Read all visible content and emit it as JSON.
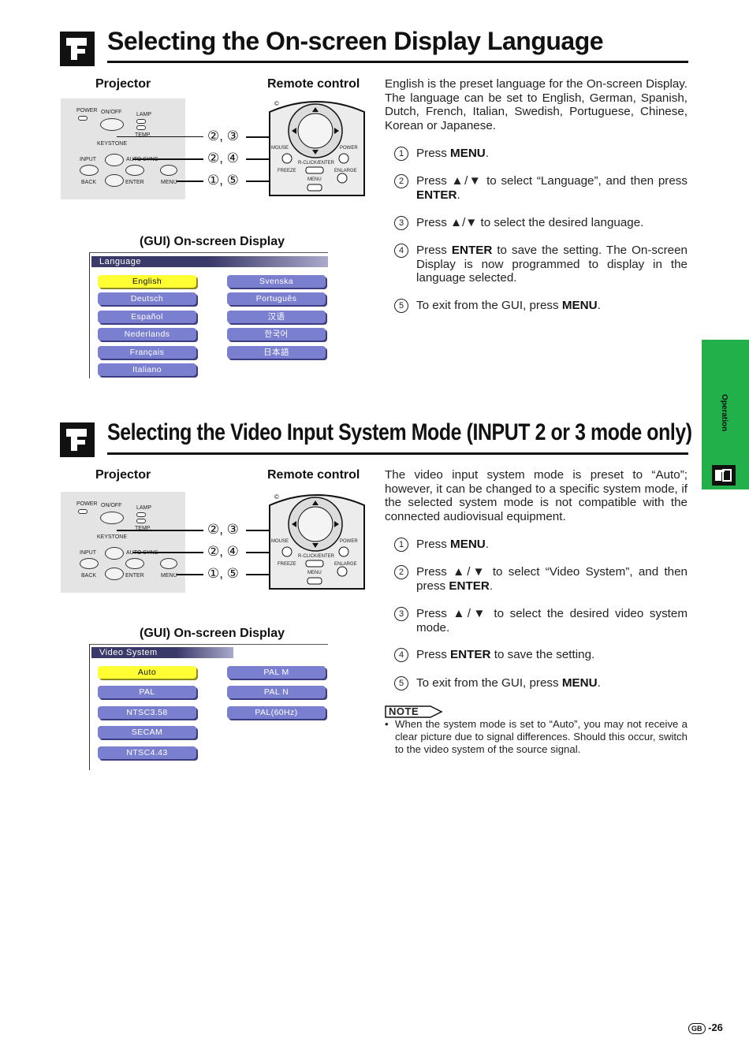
{
  "section1": {
    "title": "Selecting the On-screen Display Language",
    "projector_label": "Projector",
    "remote_label": "Remote control",
    "gui_label": "(GUI) On-screen Display",
    "gui_tab": "Language",
    "gui_left": [
      "English",
      "Deutsch",
      "Español",
      "Nederlands",
      "Français",
      "Italiano"
    ],
    "gui_right": [
      "Svenska",
      "Português",
      "汉语",
      "한국어",
      "日本語"
    ],
    "callouts": [
      "②, ③",
      "②, ④",
      "①, ⑤"
    ],
    "intro": "English is the preset language for the On-screen Display. The language can be set to English, German, Spanish, Dutch, French, Italian, Swedish, Portuguese, Chinese, Korean or Japanese.",
    "steps": [
      {
        "num": "1",
        "pre": "Press ",
        "bold": "MENU",
        "post": "."
      },
      {
        "num": "2",
        "pre": "Press ▲/▼ to select “Language”, and then press ",
        "bold": "ENTER",
        "post": "."
      },
      {
        "num": "3",
        "pre": "Press ▲/▼ to select the desired language.",
        "bold": "",
        "post": ""
      },
      {
        "num": "4",
        "pre": "Press ",
        "bold": "ENTER",
        "post": " to save the setting. The On-screen Display is now programmed to display in the language selected."
      },
      {
        "num": "5",
        "pre": "To exit from the GUI, press ",
        "bold": "MENU",
        "post": "."
      }
    ]
  },
  "section2": {
    "title": "Selecting the Video Input System Mode (INPUT 2 or 3 mode only)",
    "projector_label": "Projector",
    "remote_label": "Remote control",
    "gui_label": "(GUI) On-screen Display",
    "gui_tab": "Video System",
    "gui_left": [
      "Auto",
      "PAL",
      "NTSC3.58",
      "SECAM",
      "NTSC4.43"
    ],
    "gui_right": [
      "PAL M",
      "PAL N",
      "PAL(60Hz)"
    ],
    "callouts": [
      "②, ③",
      "②, ④",
      "①, ⑤"
    ],
    "intro": "The video input system mode is preset to “Auto”; however, it can be changed to a specific system mode, if the selected system mode is not compatible with the connected audiovisual equipment.",
    "steps": [
      {
        "num": "1",
        "pre": "Press ",
        "bold": "MENU",
        "post": "."
      },
      {
        "num": "2",
        "pre": "Press ▲/▼ to select “Video System”, and then press ",
        "bold": "ENTER",
        "post": "."
      },
      {
        "num": "3",
        "pre": "Press ▲/▼ to select the desired video system mode.",
        "bold": "",
        "post": ""
      },
      {
        "num": "4",
        "pre": "Press ",
        "bold": "ENTER",
        "post": " to save the setting."
      },
      {
        "num": "5",
        "pre": "To exit from the GUI, press ",
        "bold": "MENU",
        "post": "."
      }
    ],
    "note_label": "NOTE",
    "note": "When the system mode is set to “Auto”, you may not receive a clear picture due to signal differences. Should this occur, switch to the video system of the source signal."
  },
  "projector_panel": {
    "power": "POWER",
    "onoff": "ON/OFF",
    "lamp": "LAMP",
    "temp": "TEMP.",
    "keystone": "KEYSTONE",
    "input": "INPUT",
    "auto_sync": "AUTO SYNC",
    "back": "BACK",
    "enter": "ENTER",
    "menu": "MENU"
  },
  "remote_panel": {
    "mouse": "MOUSE",
    "power": "POWER",
    "rclick": "R-CLICK/ENTER",
    "freeze": "FREEZE",
    "enlarge": "ENLARGE",
    "menu": "MENU"
  },
  "side_tab": "Operation",
  "page_region": "GB",
  "page_number": "-26",
  "colors": {
    "side_tab": "#22b04a",
    "gui_pill": "#7b7fd0",
    "gui_selected": "#ffff33",
    "gui_tab": "#3a3a6a"
  }
}
